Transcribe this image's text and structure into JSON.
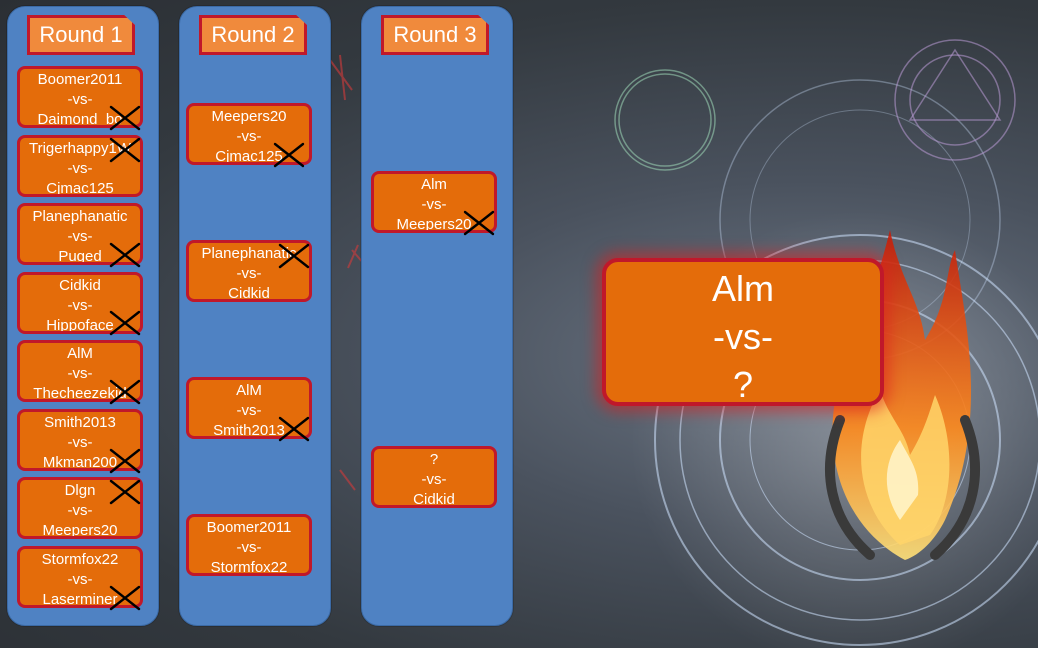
{
  "rounds": [
    {
      "title": "Round 1",
      "matches": [
        {
          "p1": "Boomer2011",
          "vs": "-vs-",
          "p2": "Daimond_bo",
          "crossed": "p2"
        },
        {
          "p1": "Trigerhappy1W",
          "vs": "-vs-",
          "p2": "Cjmac125",
          "crossed": "p1"
        },
        {
          "p1": "Planephanatic",
          "vs": "-vs-",
          "p2": "Puged",
          "crossed": "p2"
        },
        {
          "p1": "Cidkid",
          "vs": "-vs-",
          "p2": "Hippoface",
          "crossed": "p2"
        },
        {
          "p1": "AlM",
          "vs": "-vs-",
          "p2": "Thecheezekid",
          "crossed": "p2"
        },
        {
          "p1": "Smith2013",
          "vs": "-vs-",
          "p2": "Mkman200",
          "crossed": "p2"
        },
        {
          "p1": "Dlgn",
          "vs": "-vs-",
          "p2": "Meepers20",
          "crossed": "p1"
        },
        {
          "p1": "Stormfox22",
          "vs": "-vs-",
          "p2": "Laserminer",
          "crossed": "p2"
        }
      ]
    },
    {
      "title": "Round 2",
      "matches": [
        {
          "p1": "Meepers20",
          "vs": "-vs-",
          "p2": "Cjmac125",
          "crossed": "p2"
        },
        {
          "p1": "Planephanatic",
          "vs": "-vs-",
          "p2": "Cidkid",
          "crossed": "p1"
        },
        {
          "p1": "AlM",
          "vs": "-vs-",
          "p2": "Smith2013",
          "crossed": "p2"
        },
        {
          "p1": "Boomer2011",
          "vs": "-vs-",
          "p2": "Stormfox22",
          "crossed": ""
        }
      ]
    },
    {
      "title": "Round 3",
      "matches": [
        {
          "p1": "Alm",
          "vs": "-vs-",
          "p2": "Meepers20",
          "crossed": "p2"
        },
        {
          "p1": "?",
          "vs": "-vs-",
          "p2": "Cidkid",
          "crossed": ""
        }
      ]
    }
  ],
  "final": {
    "p1": "Alm",
    "vs": "-vs-",
    "p2": "?"
  },
  "colors": {
    "match_fill": "#e46c0a",
    "match_border": "#c0182a",
    "column_fill": "#4f82c3",
    "title_fill": "#f08a3c",
    "cross": "#000000"
  }
}
